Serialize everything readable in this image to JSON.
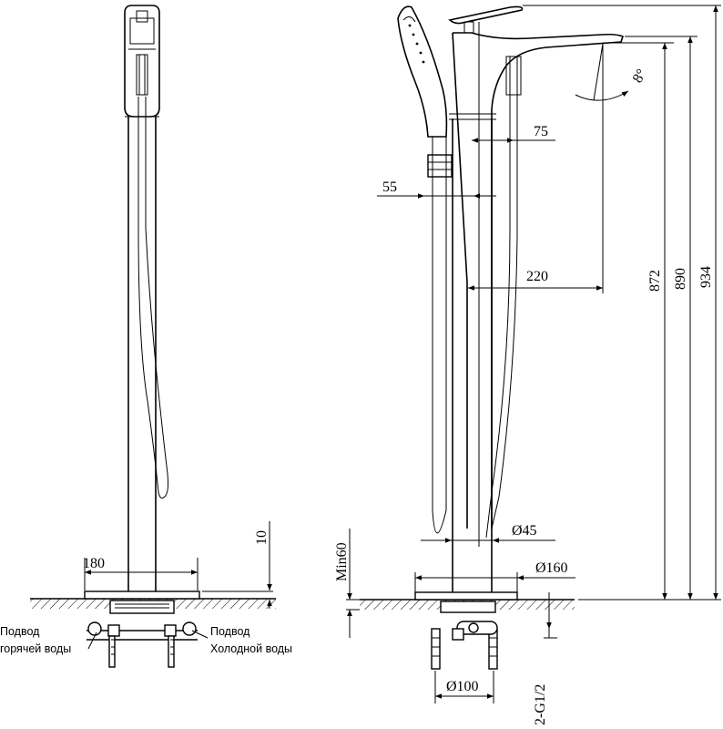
{
  "dimensions": {
    "base_width": "180",
    "base_height": "10",
    "spout_reach": "75",
    "holder_offset": "55",
    "spout_projection": "220",
    "spout_height": "872",
    "handle_height": "890",
    "total_height": "934",
    "tilt_angle": "8°",
    "column_diameter": "Ø45",
    "base_diameter": "Ø160",
    "min_depth": "Min60",
    "flange_diameter": "Ø100",
    "connection": "2-G1/2"
  },
  "labels": {
    "hot_water_line1": "Подвод",
    "hot_water_line2": "горячей воды",
    "cold_water_line1": "Подвод",
    "cold_water_line2": "Холодной воды"
  },
  "colors": {
    "line": "#000000",
    "background": "#ffffff"
  }
}
